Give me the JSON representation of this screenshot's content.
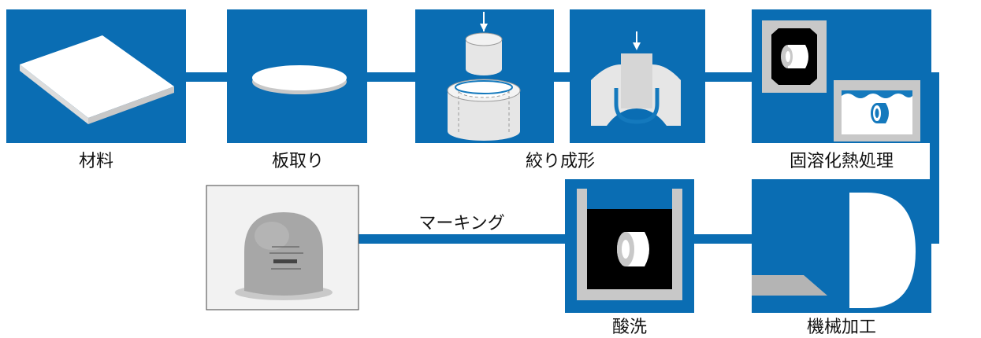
{
  "colors": {
    "process_blue": "#0a6db3",
    "label_text": "#111111",
    "metal_light": "#e6e6e6",
    "metal_gray": "#c8c8c8",
    "dark_fill": "#000000",
    "white": "#ffffff"
  },
  "steps": [
    {
      "label": "材料",
      "icon": "steel-sheet-icon"
    },
    {
      "label": "板取り",
      "icon": "blank-disc-icon"
    },
    {
      "label": "絞り成形",
      "icon": "deep-drawing-press-icon"
    },
    {
      "label": "固溶化熱処理",
      "icon": "solution-heat-treatment-icon"
    },
    {
      "label": "機械加工",
      "icon": "machining-tool-icon"
    },
    {
      "label": "酸洗",
      "icon": "pickling-tank-icon"
    },
    {
      "label": "マーキング",
      "icon": "product-photo-cap"
    }
  ]
}
